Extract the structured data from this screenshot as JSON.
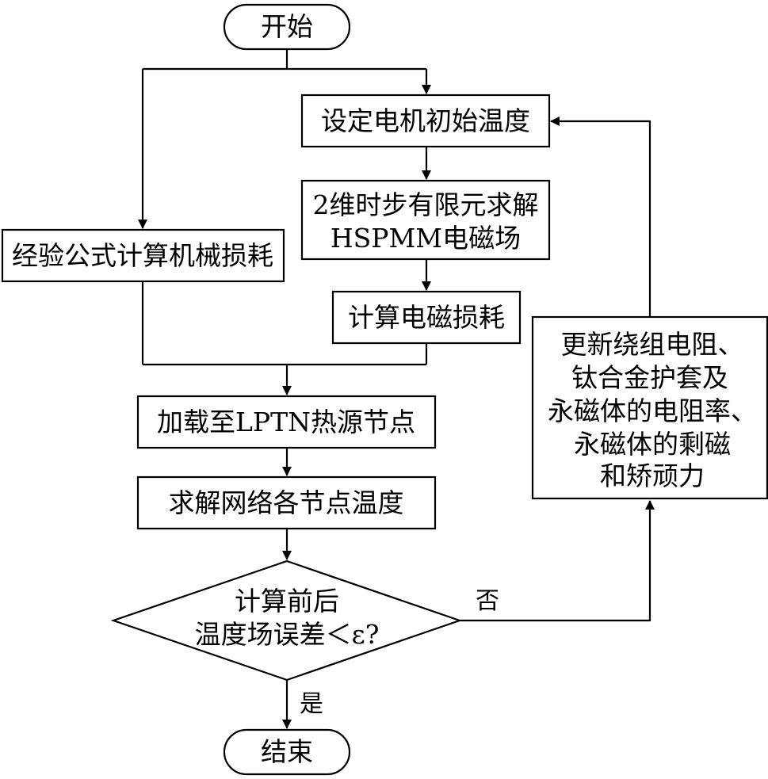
{
  "flowchart": {
    "start": "开始",
    "set_initial_temp": "设定电机初始温度",
    "fem_line1": "2维时步有限元求解",
    "fem_line2": "HSPMM电磁场",
    "mech_loss": "经验公式计算机械损耗",
    "em_loss": "计算电磁损耗",
    "load_lptn": "加载至LPTN热源节点",
    "solve_nodes": "求解网络各节点温度",
    "decision_line1": "计算前后",
    "decision_line2": "温度场误差＜ε?",
    "update_line1": "更新绕组电阻、",
    "update_line2": "钛合金护套及",
    "update_line3": "永磁体的电阻率、",
    "update_line4": "永磁体的剩磁",
    "update_line5": "和矫顽力",
    "label_no": "否",
    "label_yes": "是",
    "end": "结束"
  }
}
